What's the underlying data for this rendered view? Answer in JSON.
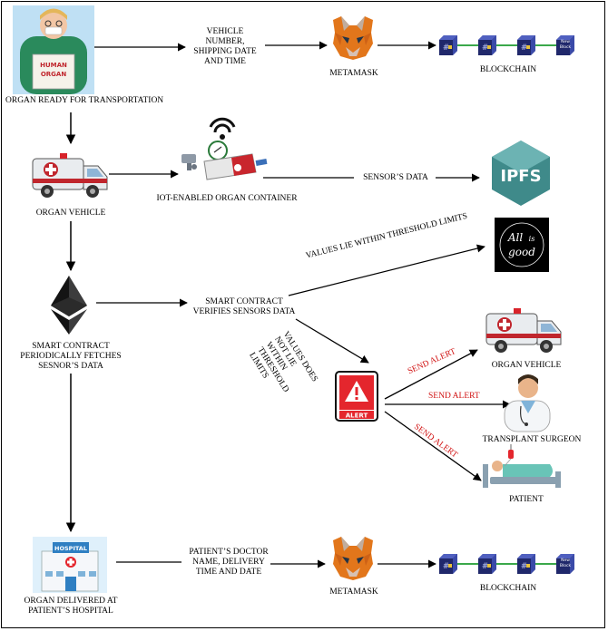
{
  "labels": {
    "organ_ready": "ORGAN READY FOR TRANSPORTATION",
    "vehicle_info": [
      "VEHICLE",
      "NUMBER,",
      "SHIPPING DATE",
      "AND TIME"
    ],
    "metamask_top": "METAMASK",
    "blockchain_top": "BLOCKCHAIN",
    "organ_vehicle": "ORGAN VEHICLE",
    "iot_container": "IOT-ENABLED ORGAN CONTAINER",
    "sensors_data": "SENSOR’S DATA",
    "ipfs": "IPFS",
    "values_within": "VALUES LIE WITHIN THRESHOLD LIMITS",
    "smart_contract_verifies": [
      "SMART CONTRACT",
      "VERIFIES SENSORS DATA"
    ],
    "smart_contract_fetches": [
      "SMART CONTRACT",
      "PERIODICALLY FETCHES",
      "SESNOR’S DATA"
    ],
    "values_not_within": [
      "VALUES DOES",
      "NOT LIE",
      "WITHIN",
      "THRESHOLD",
      "LIMITS"
    ],
    "alert": "ALERT",
    "send_alert": "SEND ALERT",
    "organ_vehicle_alert": "ORGAN VEHICLE",
    "transplant_surgeon": "TRANSPLANT SURGEON",
    "patient": "PATIENT",
    "organ_delivered": [
      "ORGAN DELIVERED AT",
      "PATIENT’S HOSPITAL"
    ],
    "doctor_info": [
      "PATIENT’S DOCTOR",
      "NAME, DELIVERY",
      "TIME AND DATE"
    ],
    "metamask_bottom": "METAMASK",
    "blockchain_bottom": "BLOCKCHAIN",
    "hospital_sign": "HOSPITAL",
    "all_is_good": [
      "All",
      "is",
      "good"
    ],
    "new_block": [
      "New",
      "Block"
    ],
    "person_sign": [
      "HUMAN",
      "ORGAN"
    ]
  },
  "colors": {
    "alert_red": "#d11313",
    "ipfs_teal": "#3f8a8a",
    "block_navy": "#20286b",
    "chain_green": "#3aa84a",
    "fox_orange": "#e2761b"
  },
  "icons": [
    "person-holding-organ-icon",
    "ambulance-icon",
    "iot-container-icon",
    "ethereum-icon",
    "metamask-fox-icon",
    "blockchain-icon",
    "ipfs-logo",
    "all-is-good-logo",
    "alert-icon",
    "surgeon-icon",
    "patient-icon",
    "hospital-icon"
  ]
}
